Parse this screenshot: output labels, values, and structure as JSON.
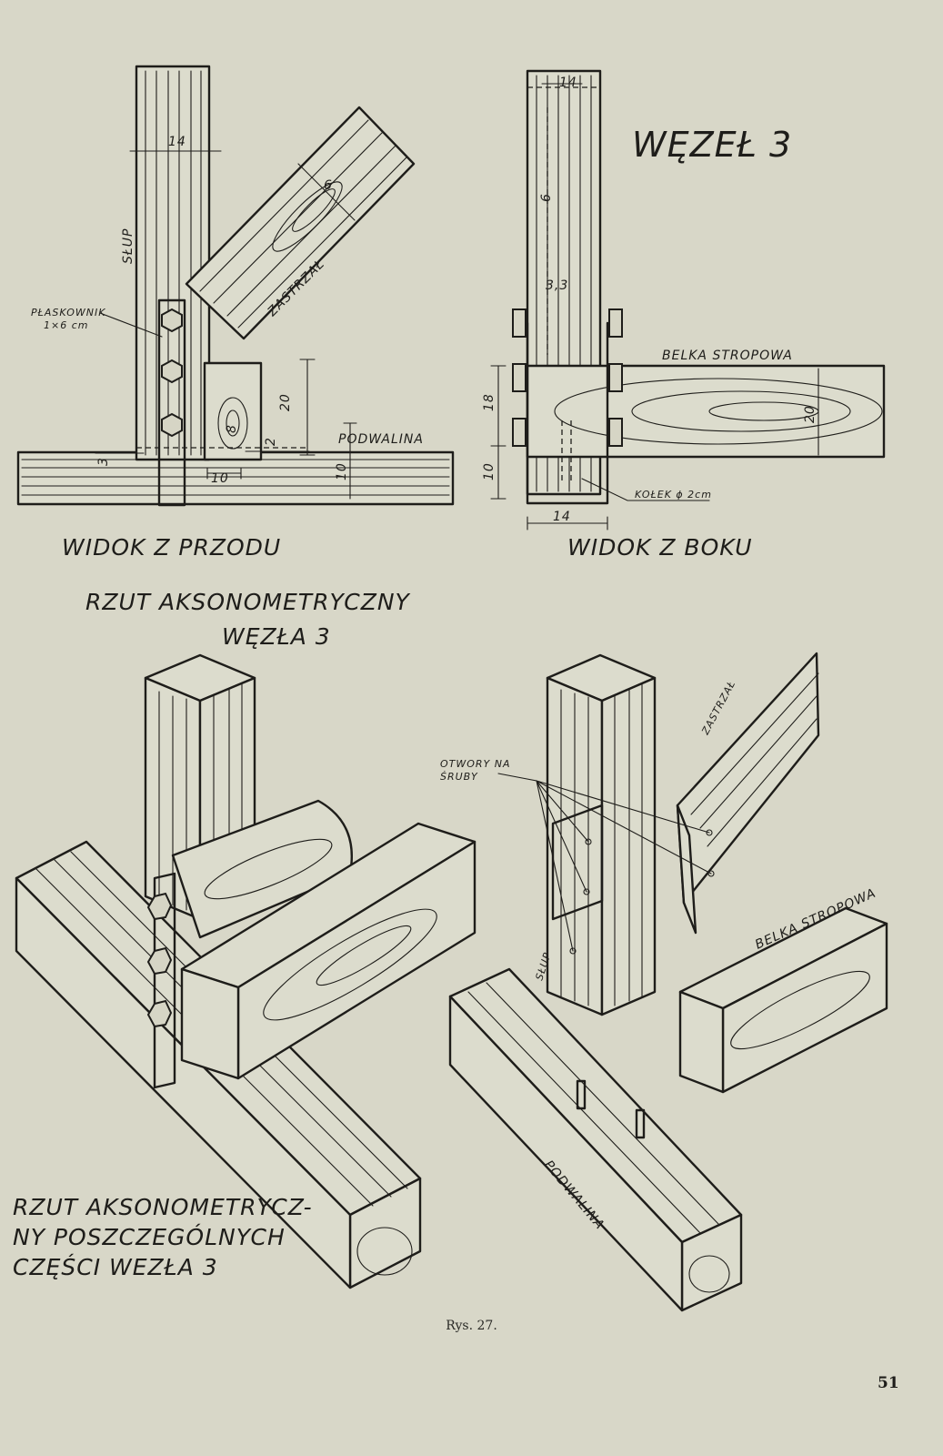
{
  "figure": {
    "title": "WĘZEŁ 3",
    "caption": "Rys. 27.",
    "page_number": "51",
    "front_view": {
      "heading": "WIDOK Z PRZODU",
      "labels": {
        "post": "SŁUP",
        "brace": "ZASTRZAŁ",
        "flat_bar": "PŁASKOWNIK",
        "flat_bar_size": "1×6 cm",
        "sill": "PODWALINA"
      },
      "dimensions": {
        "post_width": "14",
        "brace_width": "6",
        "block_height": "20",
        "sill_height": "10",
        "sill_offset": "3",
        "bottom_width": "10",
        "small_gap": "2",
        "block_depth": "8"
      }
    },
    "side_view": {
      "heading": "WIDOK Z BOKU",
      "labels": {
        "floor_beam": "BELKA STROPOWA",
        "dowel": "KOŁEK ϕ 2cm"
      },
      "dimensions": {
        "top_width": "14",
        "notch": "6",
        "bolt_spacing": "3,3",
        "beam_height_left": "18",
        "beam_height_right": "20",
        "sill_height": "10",
        "bottom_width": "14"
      }
    },
    "axonometric_assembled": {
      "heading_line1": "RZUT AKSONOMETRYCZNY",
      "heading_line2": "WĘZŁA 3"
    },
    "axonometric_parts": {
      "heading_line1": "RZUT AKSONOMETRYCZ-",
      "heading_line2": "NY POSZCZEGÓLNYCH",
      "heading_line3": "CZĘŚCI WEZŁA 3",
      "labels": {
        "bolt_holes_line1": "OTWORY NA",
        "bolt_holes_line2": "ŚRUBY",
        "brace": "ZASTRZAŁ",
        "post": "SŁUP",
        "floor_beam": "BELKA STROPOWA",
        "sill": "PODWALINA"
      }
    }
  }
}
